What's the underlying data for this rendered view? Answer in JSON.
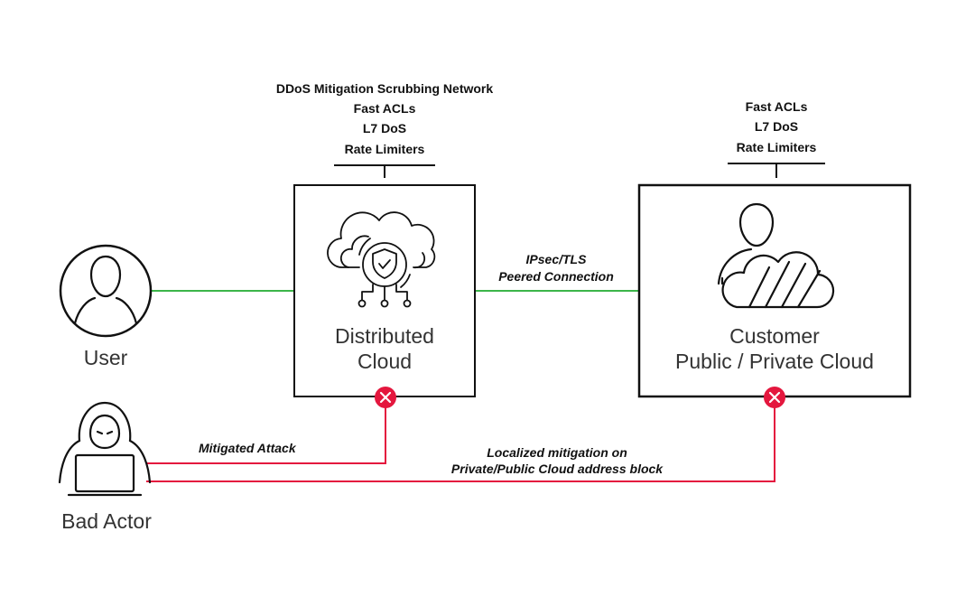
{
  "dc_features": [
    "DDoS Mitigation Scrubbing Network",
    "Fast ACLs",
    "L7 DoS",
    "Rate Limiters"
  ],
  "cust_features": [
    "Fast ACLs",
    "L7 DoS",
    "Rate Limiters"
  ],
  "nodes": {
    "user": "User",
    "bad_actor": "Bad Actor",
    "dc_line1": "Distributed",
    "dc_line2": "Cloud",
    "cust_line1": "Customer",
    "cust_line2": "Public / Private Cloud"
  },
  "links": {
    "peer_line1": "IPsec/TLS",
    "peer_line2": "Peered Connection",
    "mitigated": "Mitigated Attack",
    "local_line1": "Localized mitigation on",
    "local_line2": "Private/Public Cloud address block"
  },
  "colors": {
    "green": "#3cb54a",
    "red": "#e4173e",
    "ink": "#111111"
  }
}
